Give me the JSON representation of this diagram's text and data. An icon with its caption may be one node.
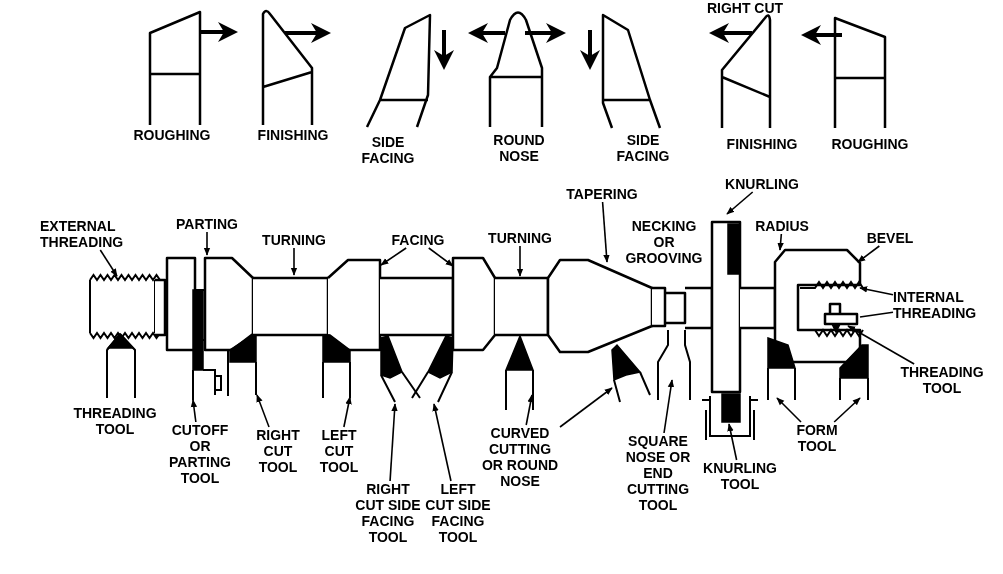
{
  "diagram": {
    "nodes": [
      {
        "text": [
          "EXTERNAL THREADING"
        ]
      },
      {
        "text": [
          "PARTING"
        ]
      },
      {
        "text": [
          "TURNING"
        ]
      },
      {
        "text": [
          "FACING"
        ]
      },
      {
        "text": [
          "TURNING"
        ]
      },
      {
        "text": [
          "TAPERING"
        ]
      },
      {
        "text": [
          "KNURLING"
        ]
      },
      {
        "text": [
          "RADIUS"
        ]
      },
      {
        "text": [
          "BEVEL"
        ]
      },
      {
        "text": [
          "INTERNAL THREADING"
        ]
      },
      {
        "text": [
          "THREADING TOOL"
        ]
      },
      {
        "text": [
          "CUTOFF OR PARTING TOOL"
        ]
      },
      {
        "text": [
          "RIGHT CUT TOOL"
        ]
      },
      {
        "text": [
          "LEFT CUT TOOL"
        ]
      },
      {
        "text": [
          "RIGHT CUT SIDE FACING TOOL"
        ]
      },
      {
        "text": [
          "LEFT CUT SIDE FACING TOOL"
        ]
      },
      {
        "text": [
          "CURVED CUTTING OR ROUND NOSE"
        ]
      },
      {
        "text": [
          "SQUARE NOSE OR END CUTTING TOOL"
        ]
      },
      {
        "text": [
          "KNURLING TOOL"
        ]
      },
      {
        "text": [
          "FORM TOOL"
        ]
      }
    ],
    "edges": [
      {
        "from": 0,
        "to": null,
        "arrow": "to"
      },
      {
        "from": 1,
        "to": null,
        "arrow": "to"
      },
      {
        "from": 2,
        "to": null,
        "arrow": "to"
      },
      {
        "from": 3,
        "to": null,
        "arrow": "to"
      },
      {
        "from": 3,
        "to": null,
        "arrow": "to"
      },
      {
        "from": 4,
        "to": null,
        "arrow": "to"
      },
      {
        "from": 5,
        "to": null,
        "arrow": "to"
      },
      {
        "from": 6,
        "to": null,
        "arrow": "to"
      },
      {
        "from": 7,
        "to": null,
        "arrow": "to"
      },
      {
        "from": 8,
        "to": null,
        "arrow": "to"
      },
      {
        "from": 9,
        "to": null,
        "arrow": "to"
      },
      {
        "from": 9,
        "to": null,
        "arrow": "none"
      },
      {
        "from": 10,
        "to": null,
        "arrow": "to"
      },
      {
        "from": 11,
        "to": null,
        "arrow": "to"
      },
      {
        "from": 12,
        "to": null,
        "arrow": "to"
      },
      {
        "from": 13,
        "to": null,
        "arrow": "to"
      },
      {
        "from": 14,
        "to": null,
        "arrow": "to"
      },
      {
        "from": 15,
        "to": null,
        "arrow": "to"
      },
      {
        "from": 16,
        "to": null,
        "arrow": "to"
      },
      {
        "from": 16,
        "to": null,
        "arrow": "to"
      },
      {
        "from": 17,
        "to": null,
        "arrow": "to"
      },
      {
        "from": 18,
        "to": null,
        "arrow": "to"
      },
      {
        "from": 19,
        "to": null,
        "arrow": "to"
      },
      {
        "from": 19,
        "to": null,
        "arrow": "to"
      }
    ],
    "labels": [
      "RIGHT CUT",
      "ROUGHING",
      "FINISHING",
      "SIDE FACING",
      "ROUND NOSE",
      "SIDE FACING",
      "FINISHING",
      "ROUGHING",
      "NECKING OR GROOVING",
      "THREADING TOOL"
    ]
  }
}
